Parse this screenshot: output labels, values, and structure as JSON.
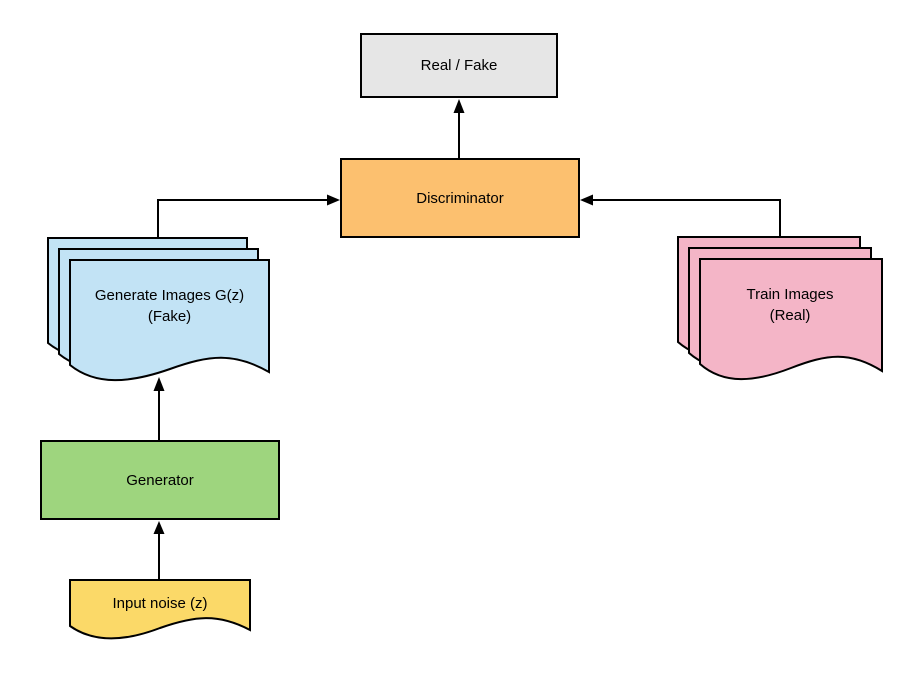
{
  "diagram": {
    "nodes": {
      "real_fake": {
        "label": "Real / Fake",
        "fill": "#e6e6e6"
      },
      "discriminator": {
        "label": "Discriminator",
        "fill": "#fcc06f"
      },
      "generated_images": {
        "label_line1": "Generate Images G(z)",
        "label_line2": "(Fake)",
        "fill": "#c2e3f5"
      },
      "train_images": {
        "label_line1": "Train Images",
        "label_line2": "(Real)",
        "fill": "#f4b5c7"
      },
      "generator": {
        "label": "Generator",
        "fill": "#9ed57e"
      },
      "input_noise": {
        "label": "Input noise (z)",
        "fill": "#fbd968"
      }
    },
    "colors": {
      "border": "#000000",
      "arrow": "#000000",
      "background": "#ffffff"
    }
  }
}
